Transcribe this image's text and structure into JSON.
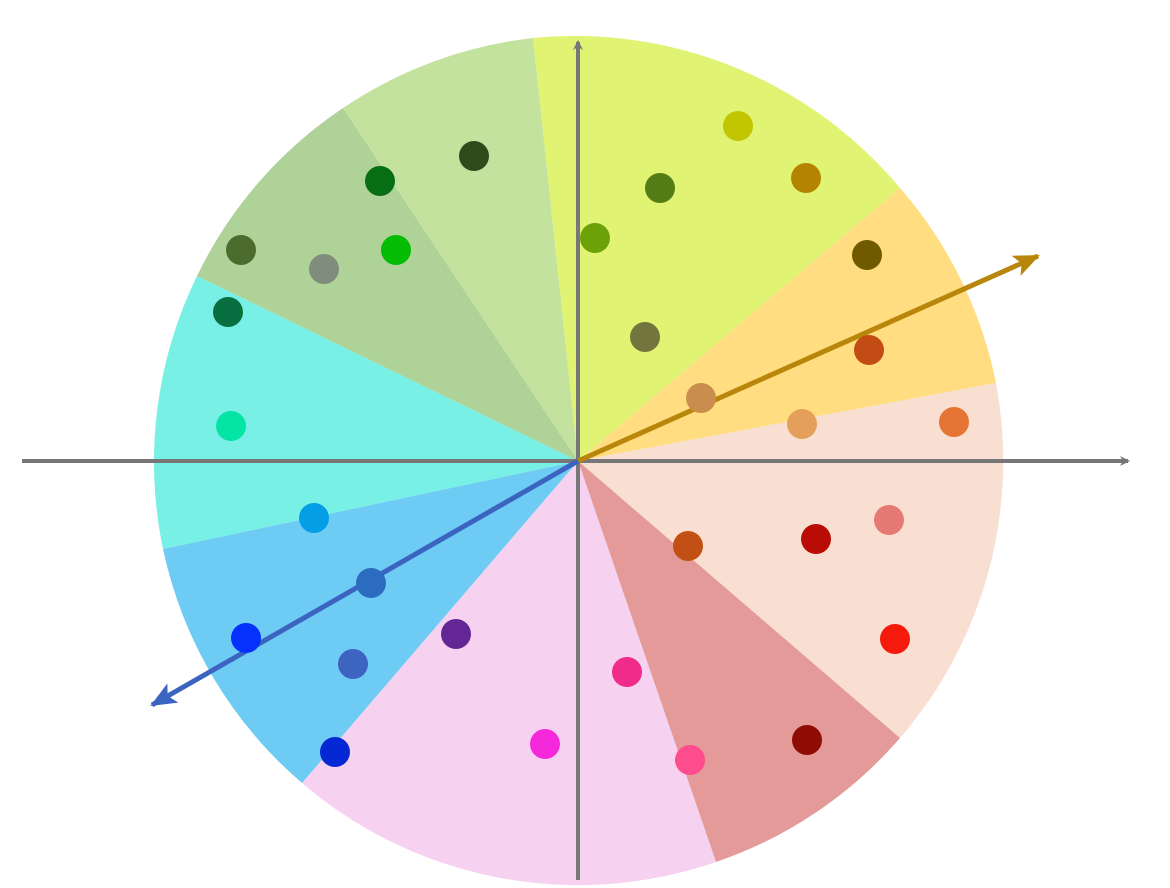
{
  "colors": {
    "background": "#ffffff",
    "axis": "#777777",
    "arrow_up_right": "#b8860b",
    "arrow_down_left": "#3a64c0"
  },
  "sectors": [
    {
      "name": "yellow-green",
      "color": "#e0f373"
    },
    {
      "name": "light-orange",
      "color": "#ffdd80"
    },
    {
      "name": "peach",
      "color": "#f8dfd1"
    },
    {
      "name": "rose",
      "color": "#e39a98"
    },
    {
      "name": "pink",
      "color": "#f6d1f0"
    },
    {
      "name": "sky-blue",
      "color": "#6ecbf4"
    },
    {
      "name": "aqua",
      "color": "#78f0e6"
    },
    {
      "name": "green",
      "color": "#aed298"
    },
    {
      "name": "light-green",
      "color": "#c3e29e"
    }
  ],
  "dots": [
    {
      "color": "#c2c600"
    },
    {
      "color": "#b48300"
    },
    {
      "color": "#547c14"
    },
    {
      "color": "#6ca208"
    },
    {
      "color": "#705a00"
    },
    {
      "color": "#72763c"
    },
    {
      "color": "#c24c14"
    },
    {
      "color": "#c98d4e"
    },
    {
      "color": "#e4a05a"
    },
    {
      "color": "#e67434"
    },
    {
      "color": "#e57a74"
    },
    {
      "color": "#b80c04"
    },
    {
      "color": "#c25014"
    },
    {
      "color": "#f61a0c"
    },
    {
      "color": "#8e0c04"
    },
    {
      "color": "#f02c8a"
    },
    {
      "color": "#fe4c8c"
    },
    {
      "color": "#f628dc"
    },
    {
      "color": "#632694"
    },
    {
      "color": "#0428d4"
    },
    {
      "color": "#3c64c0"
    },
    {
      "color": "#0432fc"
    },
    {
      "color": "#2c6cc0"
    },
    {
      "color": "#049ee6"
    },
    {
      "color": "#04e4a4"
    },
    {
      "color": "#087040"
    },
    {
      "color": "#4b6c2d"
    },
    {
      "color": "#808c7c"
    },
    {
      "color": "#04bc04"
    },
    {
      "color": "#086e14"
    },
    {
      "color": "#2e4b1c"
    }
  ]
}
